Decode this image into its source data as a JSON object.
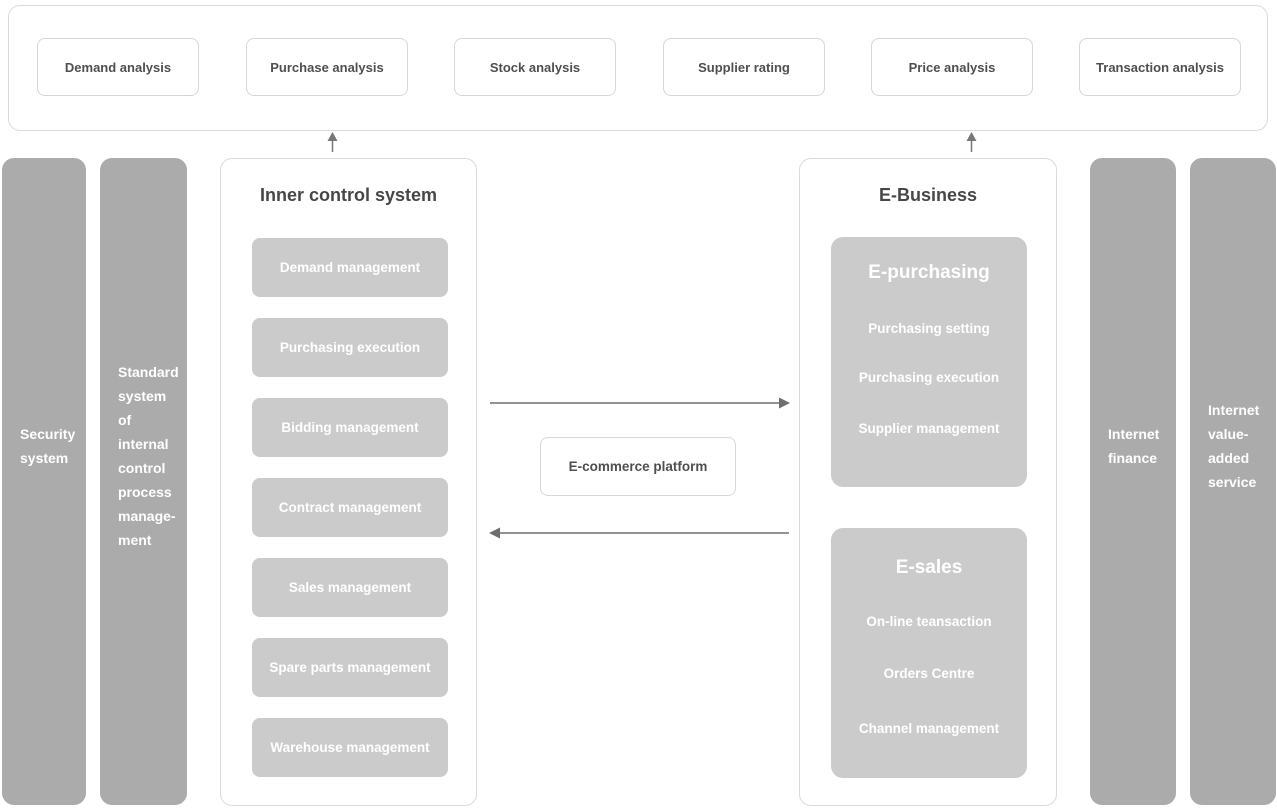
{
  "colors": {
    "bar_gray": "#ababab",
    "sub_box_gray": "#cbcbcb",
    "panel_border": "#dadada",
    "title_text": "#474747",
    "label_text": "#4f4f4f",
    "arrow_gray": "#6e6e6e",
    "white_text": "#ffffff"
  },
  "analysis_row": [
    "Demand analysis",
    "Purchase analysis",
    "Stock analysis",
    "Supplier rating",
    "Price analysis",
    "Transaction analysis"
  ],
  "security_bar": {
    "label": "Security\nsystem"
  },
  "standard_bar": {
    "label": "Standard\nsystem of\ninternal\ncontrol\nprocess\nmanage-\nment"
  },
  "inner_control": {
    "title": "Inner control system",
    "items": [
      "Demand management",
      "Purchasing execution",
      "Bidding management",
      "Contract management",
      "Sales management",
      "Spare parts management",
      "Warehouse management"
    ]
  },
  "platform": {
    "label": "E-commerce platform"
  },
  "e_business": {
    "title": "E-Business",
    "e_purchasing": {
      "title": "E-purchasing",
      "items": [
        "Purchasing setting",
        "Purchasing execution",
        "Supplier management"
      ]
    },
    "e_sales": {
      "title": "E-sales",
      "items": [
        "On-line teansaction",
        "Orders Centre",
        "Channel management"
      ]
    }
  },
  "internet_finance_bar": {
    "label": "Internet\nfinance"
  },
  "internet_value_bar": {
    "label": "Internet\nvalue-\nadded\nservice"
  }
}
